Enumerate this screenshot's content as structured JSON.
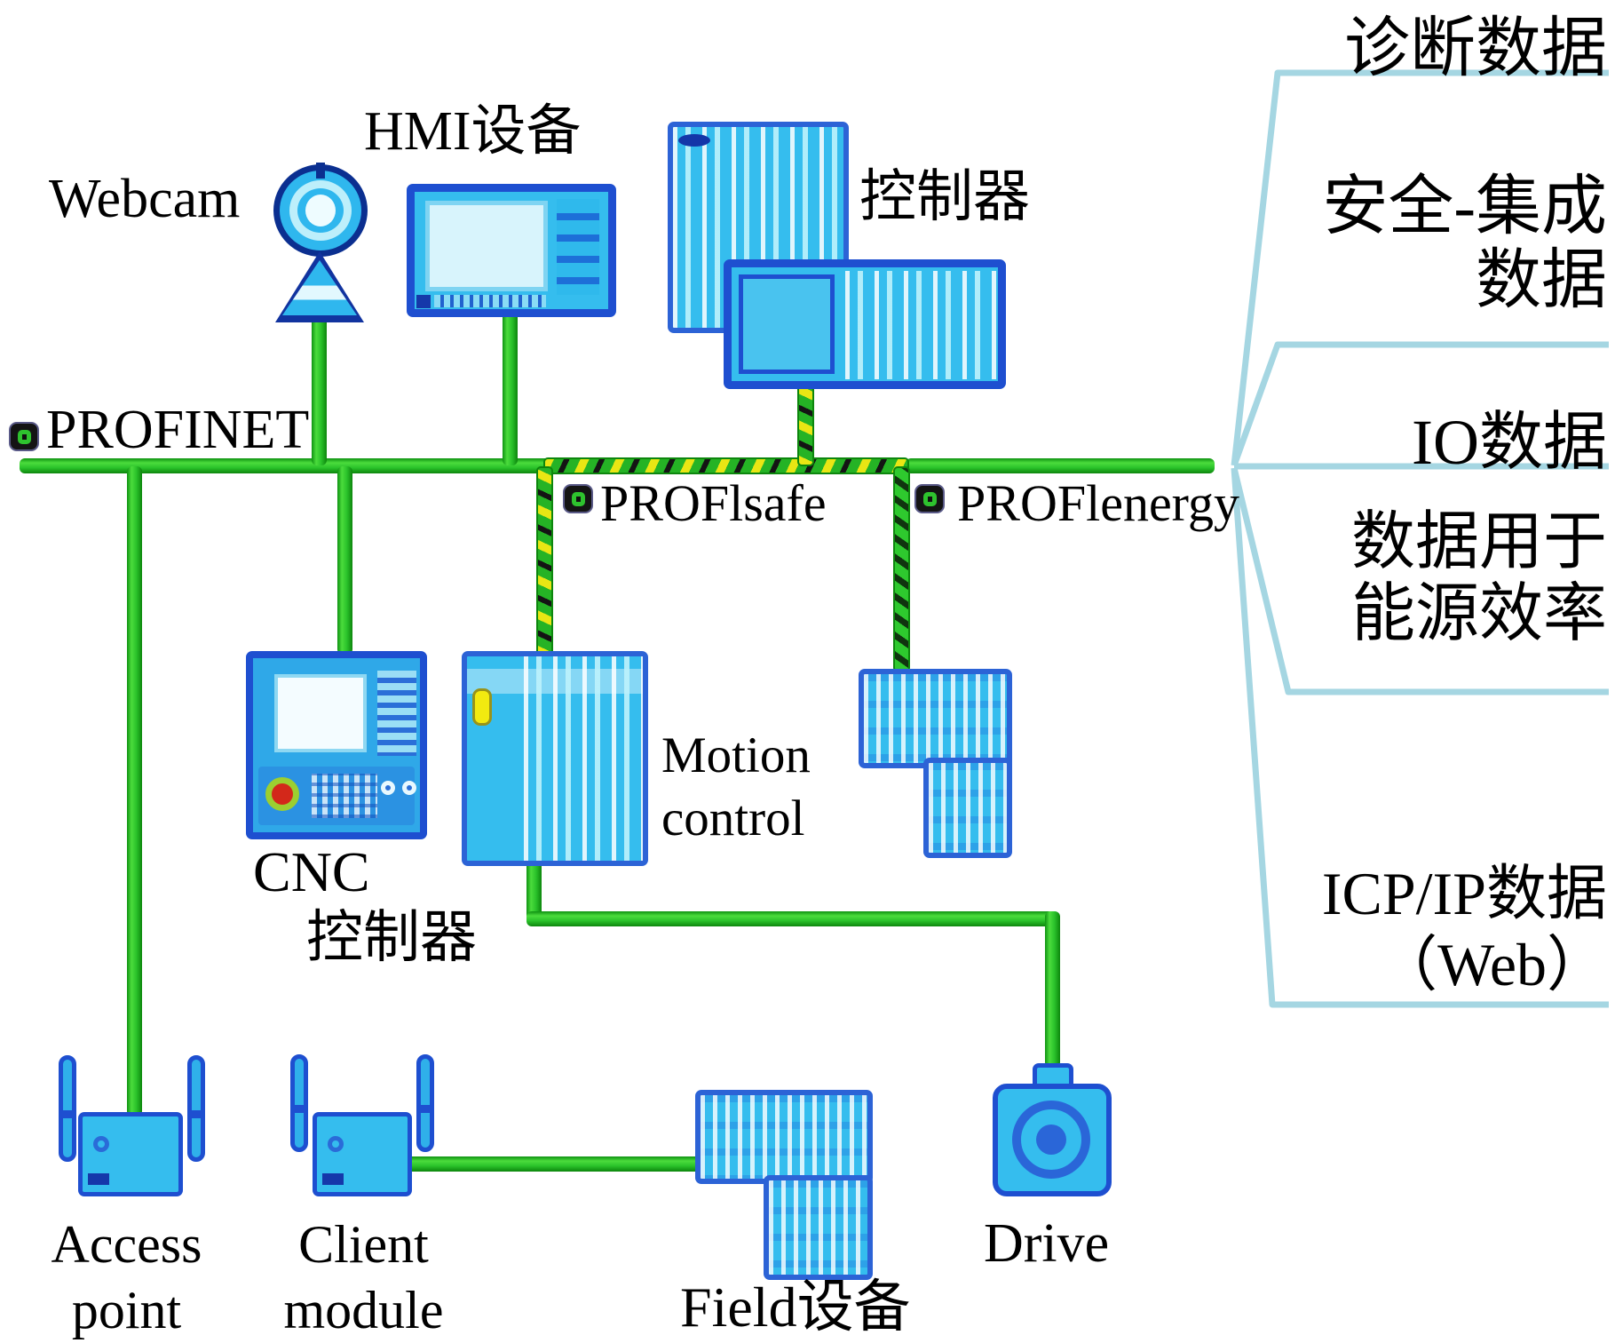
{
  "colors": {
    "wire_green": "#2bc32b",
    "hazard_yellow": "#e9e614",
    "device_fill_blue": "#35bdee",
    "device_border_blue": "#1e4fd0",
    "fan_line_blue": "#a5d6e2",
    "text": "#000000"
  },
  "network": {
    "bus_label": "PROFINET",
    "profisafe_label": "PROFlsafe",
    "profienergy_label": "PROFlenergy"
  },
  "nodes": {
    "webcam": {
      "label": "Webcam"
    },
    "hmi": {
      "label": "HMI设备"
    },
    "controller": {
      "label": "控制器"
    },
    "cnc": {
      "line1": "CNC",
      "line2": "控制器"
    },
    "motion": {
      "line1": "Motion",
      "line2": "control"
    },
    "access_point": {
      "line1": "Access",
      "line2": "point"
    },
    "client_module": {
      "line1": "Client",
      "line2": "module"
    },
    "field_device": {
      "label": "Field设备"
    },
    "drive": {
      "label": "Drive"
    }
  },
  "data_outputs": [
    {
      "line1": "诊断数据",
      "line2": ""
    },
    {
      "line1": "安全-集成",
      "line2": "数据"
    },
    {
      "line1": "IO数据",
      "line2": ""
    },
    {
      "line1": "数据用于",
      "line2": "能源效率"
    },
    {
      "line1": "ICP/IP数据",
      "line2": "（Web）"
    }
  ]
}
